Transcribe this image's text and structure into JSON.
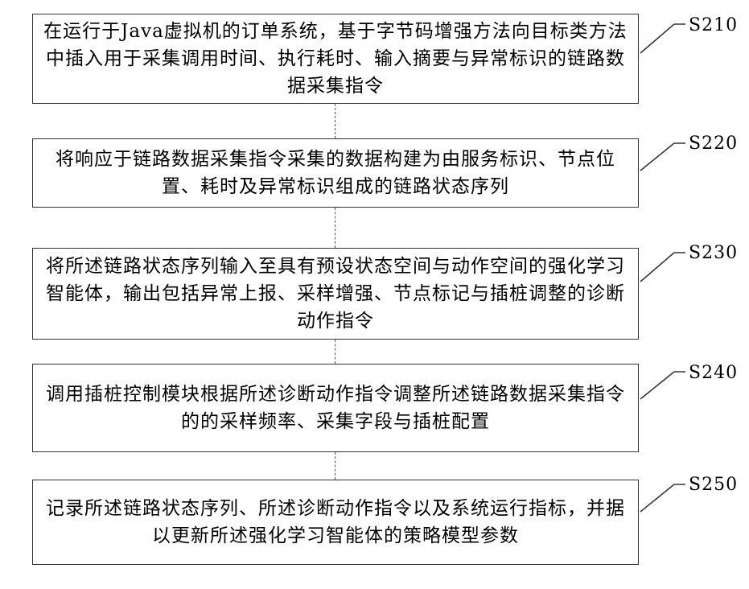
{
  "steps": [
    {
      "id": "S210",
      "text": "在运行于Java虚拟机的订单系统，基于字节码增强方法向目标类方法中插入用于采集调用时间、执行耗时、输入摘要与异常标识的链路数据采集指令"
    },
    {
      "id": "S220",
      "text": "将响应于链路数据采集指令采集的数据构建为由服务标识、节点位置、耗时及异常标识组成的链路状态序列"
    },
    {
      "id": "S230",
      "text": "将所述链路状态序列输入至具有预设状态空间与动作空间的强化学习智能体，输出包括异常上报、采样增强、节点标记与插桩调整的诊断动作指令"
    },
    {
      "id": "S240",
      "text": "调用插桩控制模块根据所述诊断动作指令调整所述链路数据采集指令的的采样频率、采集字段与插桩配置"
    },
    {
      "id": "S250",
      "text": "记录所述链路状态序列、所述诊断动作指令以及系统运行指标，并据以更新所述强化学习智能体的策略模型参数"
    }
  ]
}
